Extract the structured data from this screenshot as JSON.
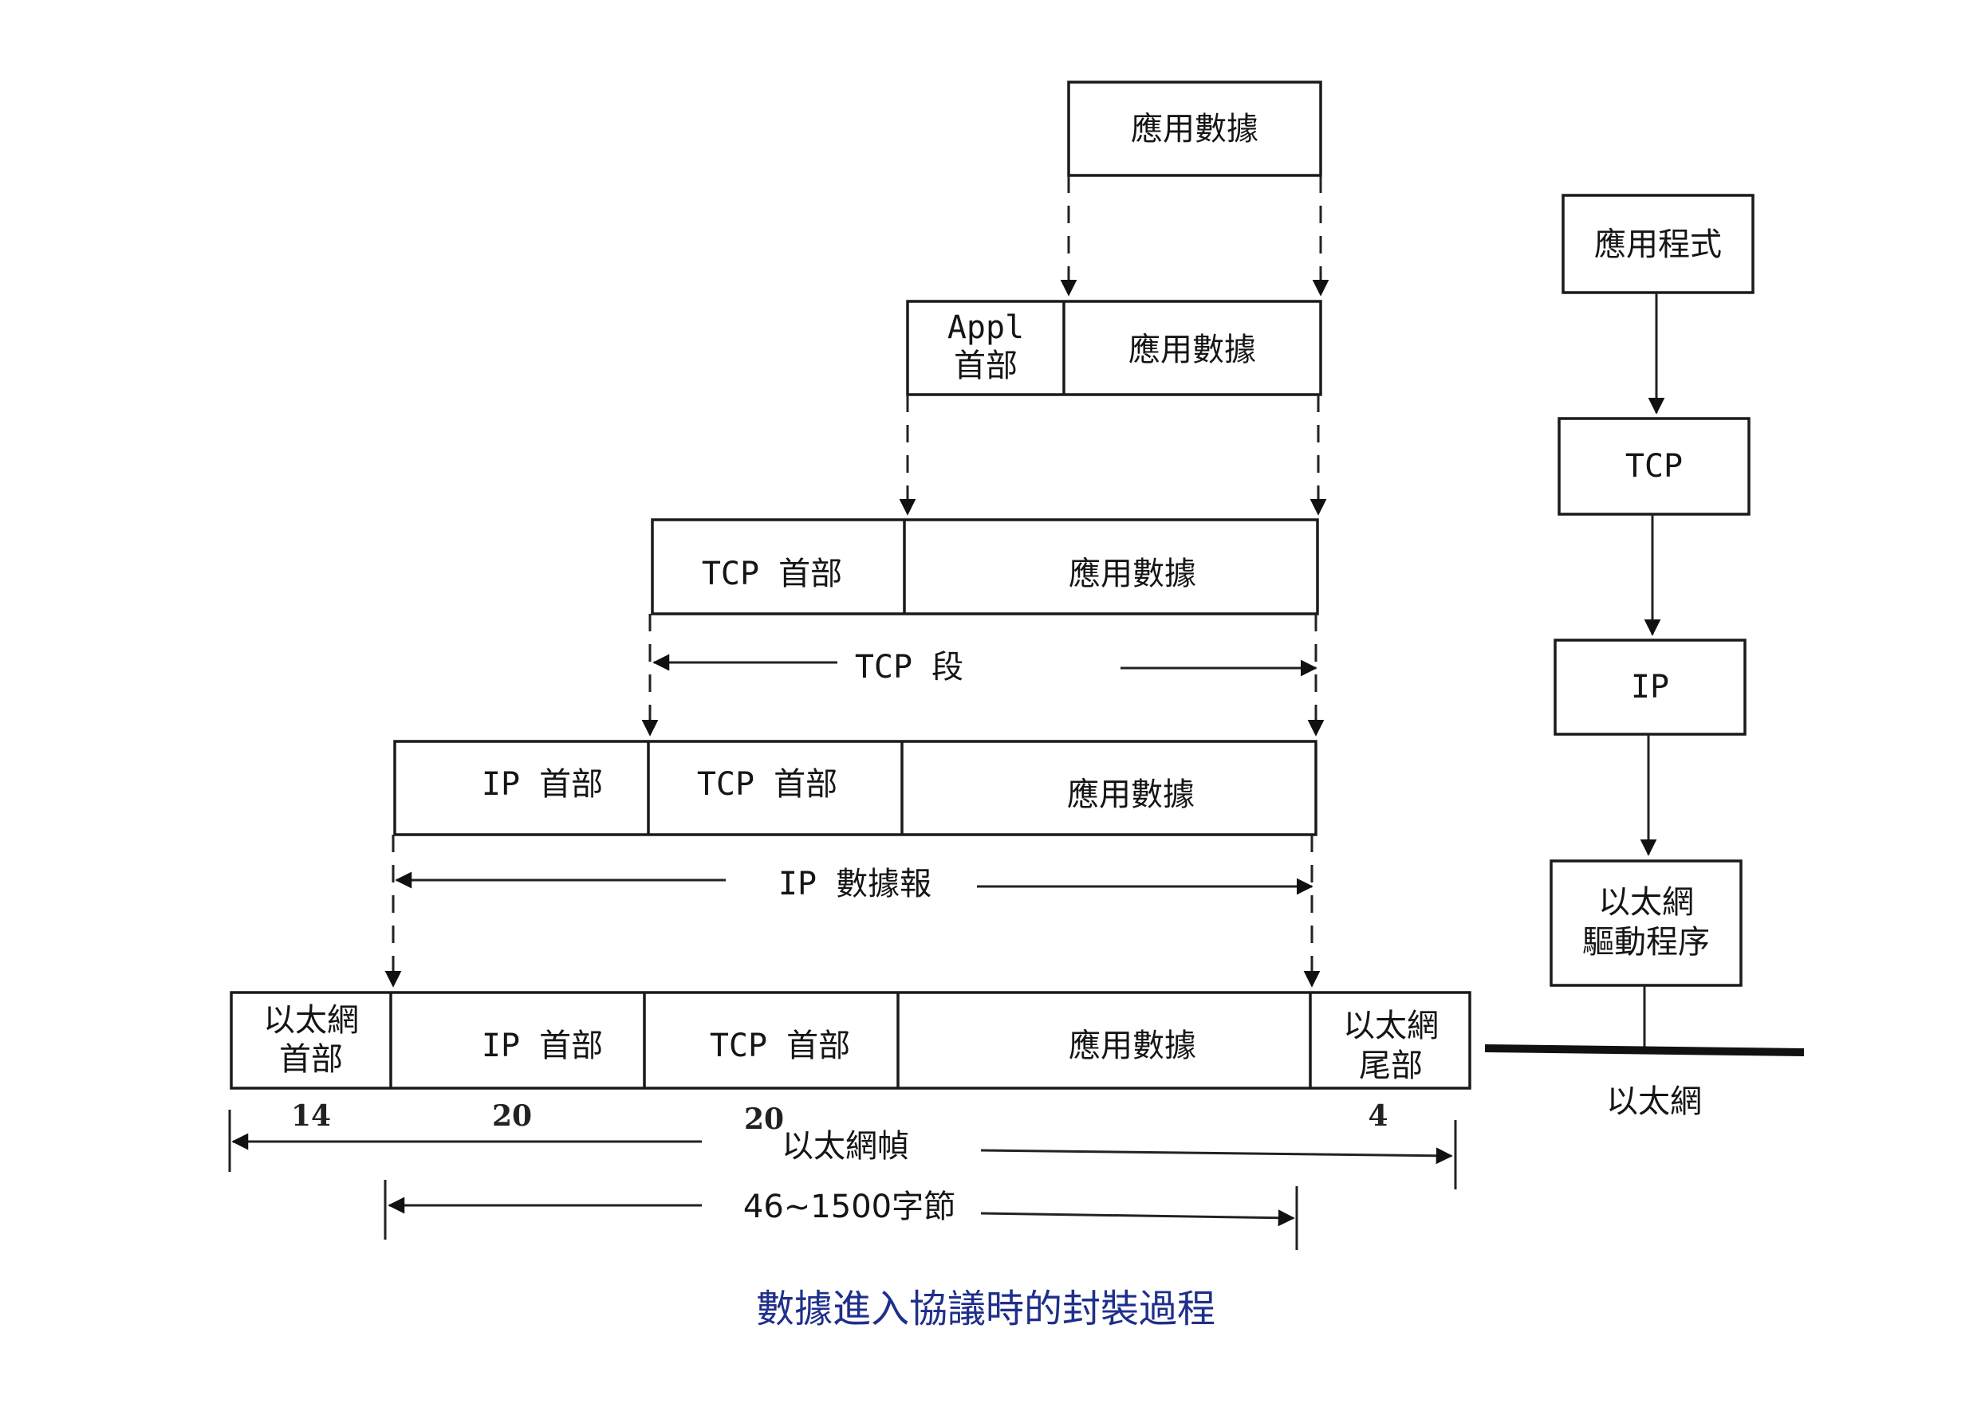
{
  "caption": "數據進入協議時的封裝過程",
  "labels": {
    "app_data": "應用數據",
    "appl_header_line1": "Appl",
    "appl_header_line2": "首部",
    "tcp_header": "TCP 首部",
    "ip_header": "IP 首部",
    "eth_header_line1": "以太網",
    "eth_header_line2": "首部",
    "eth_trailer_line1": "以太網",
    "eth_trailer_line2": "尾部"
  },
  "spans": {
    "tcp_segment": "TCP 段",
    "ip_datagram": "IP 數據報",
    "eth_frame": "以太網幀",
    "frame_size": "46~1500字節"
  },
  "sizes": {
    "eth_header": "14",
    "ip_header": "20",
    "tcp_header": "20",
    "eth_trailer": "4"
  },
  "stack": {
    "application": "應用程式",
    "tcp": "TCP",
    "ip": "IP",
    "driver_line1": "以太網",
    "driver_line2": "驅動程序",
    "network": "以太網"
  }
}
